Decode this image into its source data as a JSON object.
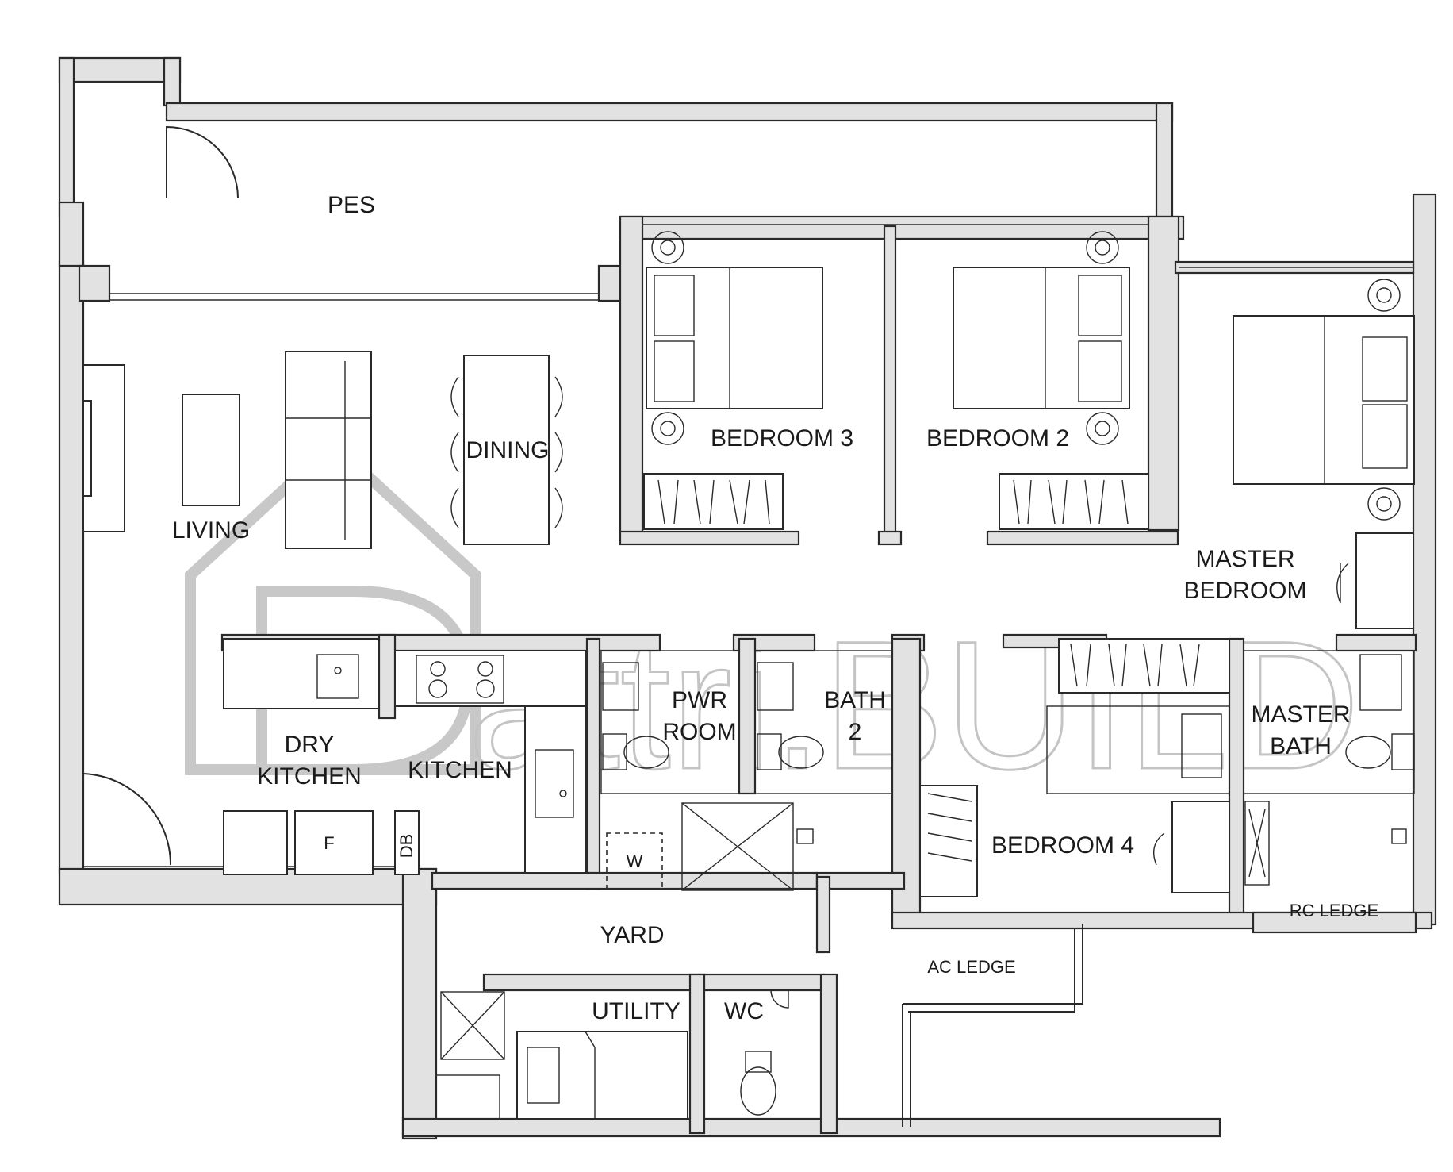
{
  "rooms": {
    "pes": "PES",
    "living": "LIVING",
    "dining": "DINING",
    "bedroom3": "BEDROOM 3",
    "bedroom2": "BEDROOM 2",
    "master_bedroom": [
      "MASTER",
      "BEDROOM"
    ],
    "dry_kitchen": [
      "DRY",
      "KITCHEN"
    ],
    "kitchen": "KITCHEN",
    "pwr_room": [
      "PWR",
      "ROOM"
    ],
    "bath2": [
      "BATH",
      "2"
    ],
    "master_bath": [
      "MASTER",
      "BATH"
    ],
    "bedroom4": "BEDROOM 4",
    "yard": "YARD",
    "utility": "UTILITY",
    "wc": "WC",
    "ac_ledge": "AC LEDGE",
    "rc_ledge": "RC LEDGE"
  },
  "fixtures": {
    "fridge": "F",
    "db": "DB",
    "washer": "W"
  },
  "watermark": "attri.BUILD"
}
